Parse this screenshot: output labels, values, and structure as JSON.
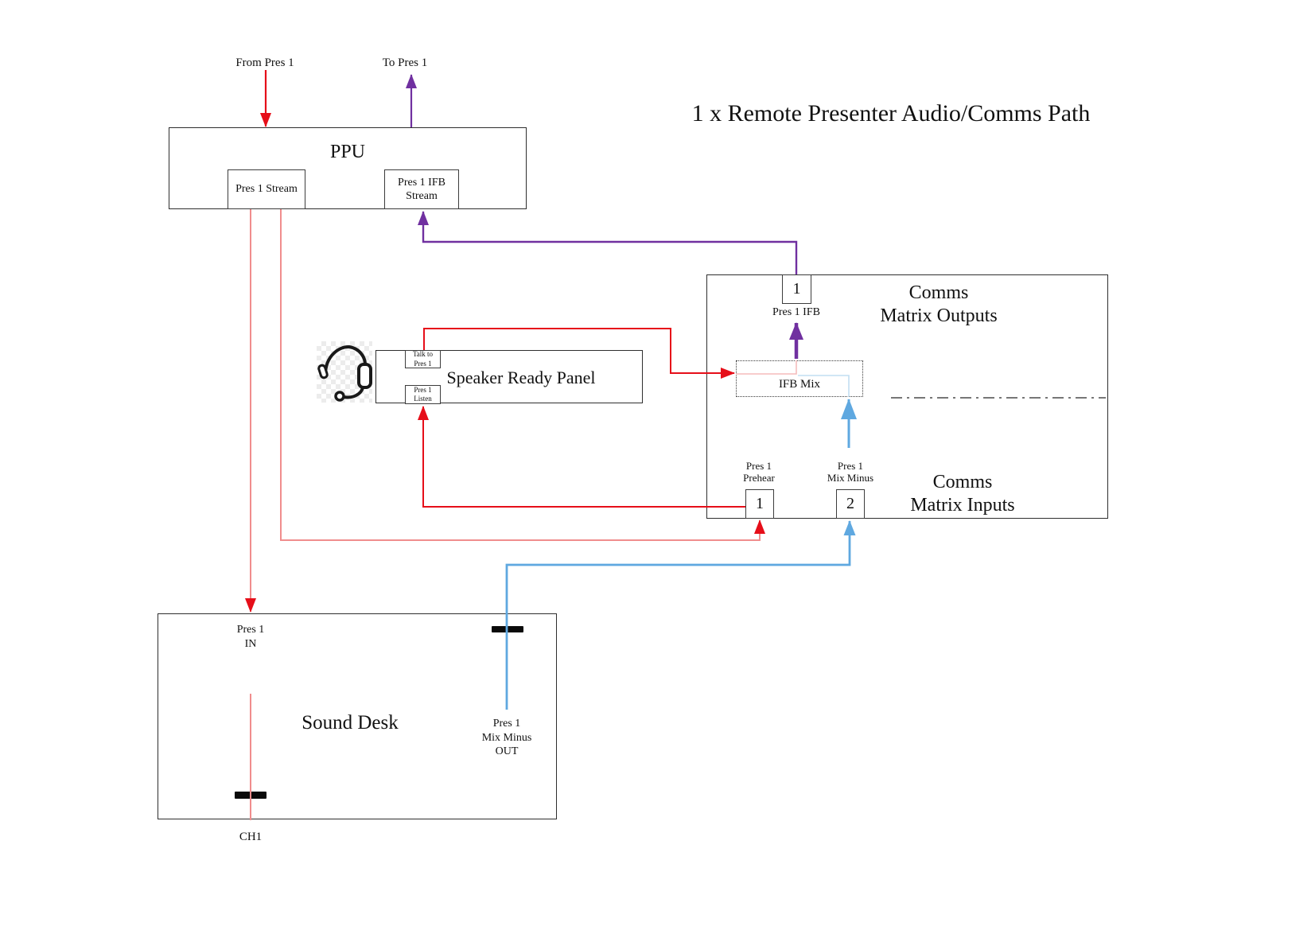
{
  "title": "1 x Remote Presenter Audio/Comms Path",
  "ppu": {
    "label": "PPU",
    "from_label": "From Pres 1",
    "to_label": "To Pres 1",
    "stream_box": "Pres 1 Stream",
    "ifb_stream_box": "Pres 1 IFB\nStream"
  },
  "comms_matrix": {
    "outputs_label": "Comms\nMatrix Outputs",
    "inputs_label": "Comms\nMatrix Inputs",
    "output_port_1": {
      "number": "1",
      "label": "Pres 1 IFB"
    },
    "ifb_mix": "IFB Mix",
    "input_port_1": {
      "number": "1",
      "label": "Pres 1\nPrehear"
    },
    "input_port_2": {
      "number": "2",
      "label": "Pres 1\nMix Minus"
    }
  },
  "speaker_ready_panel": {
    "label": "Speaker Ready Panel",
    "talk_box": "Talk to\nPres 1",
    "listen_box": "Pres 1\nListen"
  },
  "sound_desk": {
    "label": "Sound Desk",
    "in_label": "Pres 1\nIN",
    "channel_label": "CH1",
    "out_label": "Pres 1\nMix Minus\nOUT"
  },
  "colors": {
    "red": "#e60e19",
    "salmon": "#f08d8d",
    "purple": "#7030a0",
    "blue": "#5fa8e0",
    "light_blue": "#c2def2",
    "pink": "#f5bcbc",
    "divider": "#4a4a4a"
  }
}
